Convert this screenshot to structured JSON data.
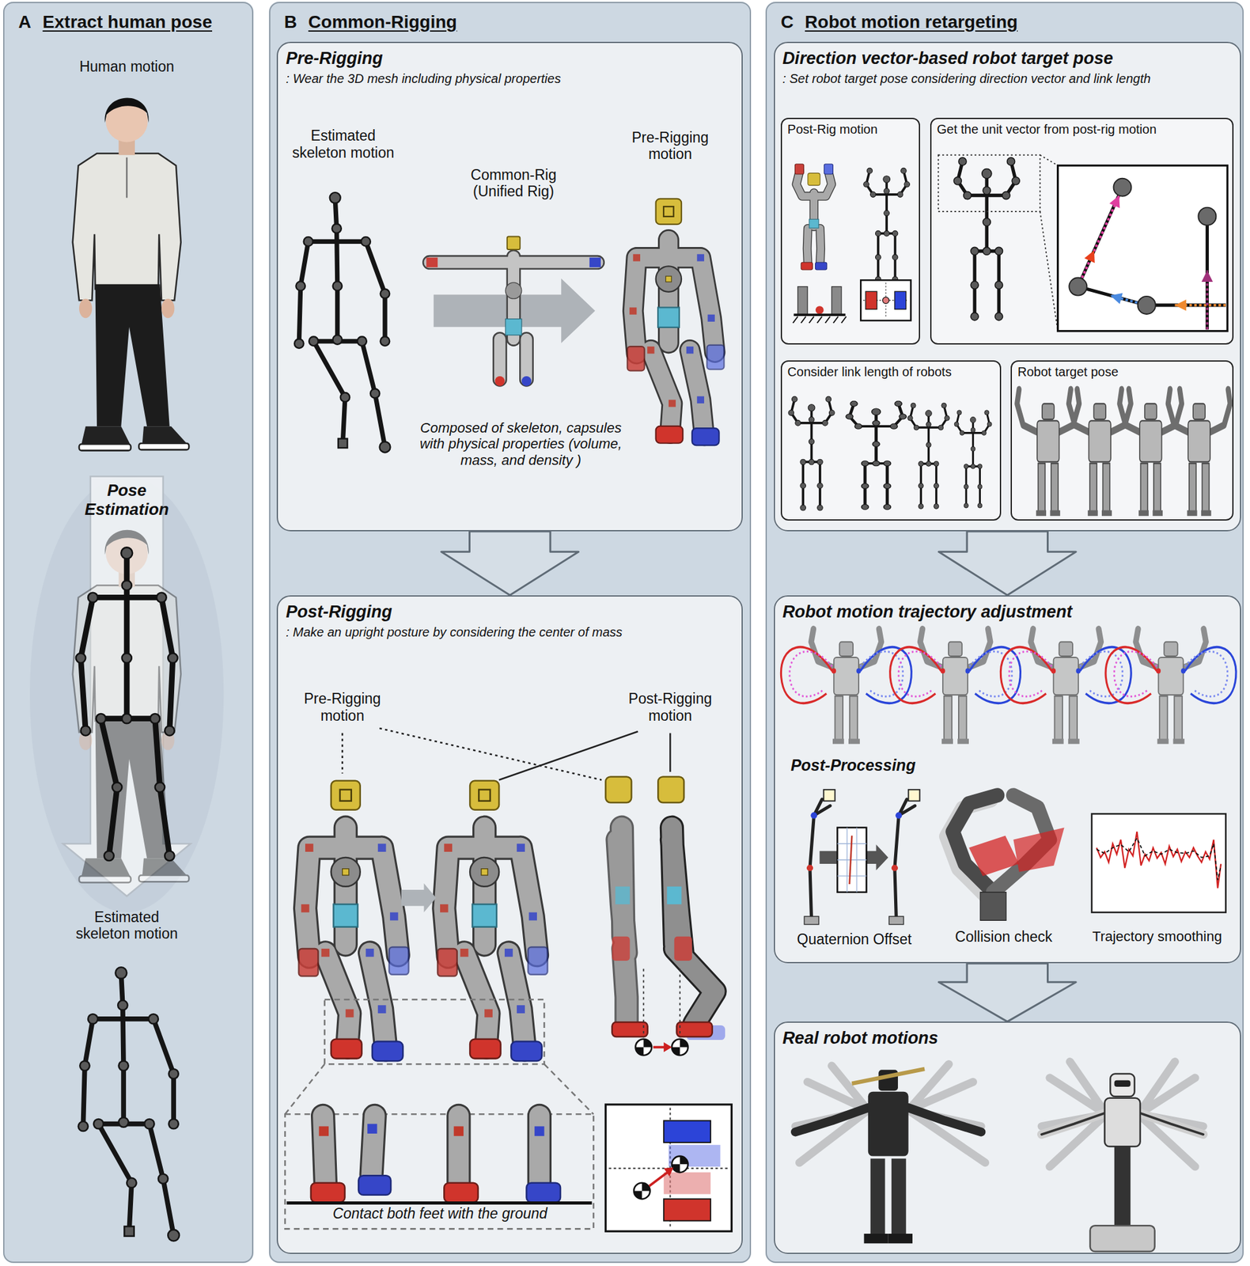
{
  "diagram": {
    "nodes": [
      {
        "text": [
          "A",
          "Extract human pose"
        ]
      },
      {
        "text": [
          "B",
          "Common-Rigging"
        ]
      },
      {
        "text": [
          "Pre-Rigging",
          ": Wear the 3D mesh including physical properties"
        ],
        "in": 1
      },
      {
        "text": [
          "Post-Rigging",
          ": Make an upright posture by considering the center of mass"
        ],
        "in": 1
      },
      {
        "text": [
          "C",
          "Robot motion retargeting"
        ]
      },
      {
        "text": [
          "Direction vector-based robot target pose",
          ": Set robot target pose considering direction vector and link length"
        ],
        "in": 4
      },
      {
        "text": [
          "Post-Rig motion"
        ],
        "in": 5
      },
      {
        "text": [
          "Get the unit vector from post-rig motion"
        ],
        "in": 5
      },
      {
        "text": [
          "Consider link length of robots"
        ],
        "in": 5
      },
      {
        "text": [
          "Robot target pose"
        ],
        "in": 5
      },
      {
        "text": [
          "Robot motion trajectory adjustment",
          "Post-Processing"
        ],
        "in": 4
      },
      {
        "text": [
          "Real robot motions"
        ],
        "in": 4
      }
    ],
    "edges": [
      {
        "from": 2,
        "to": 3,
        "arrow": "to"
      },
      {
        "from": 5,
        "to": 10,
        "arrow": "to"
      },
      {
        "from": 10,
        "to": 11,
        "arrow": "to"
      }
    ],
    "labels": [
      "Human motion",
      "Pose Estimation",
      "Estimated skeleton motion",
      "Estimated skeleton motion",
      "Common-Rig (Unified Rig)",
      "Pre-Rigging motion",
      "Composed of skeleton, capsules with physical properties (volume, mass, and density )",
      "Pre-Rigging motion",
      "Post-Rigging motion",
      "Contact both feet with the ground",
      "Quaternion Offset",
      "Collision check",
      "Trajectory smoothing"
    ]
  }
}
